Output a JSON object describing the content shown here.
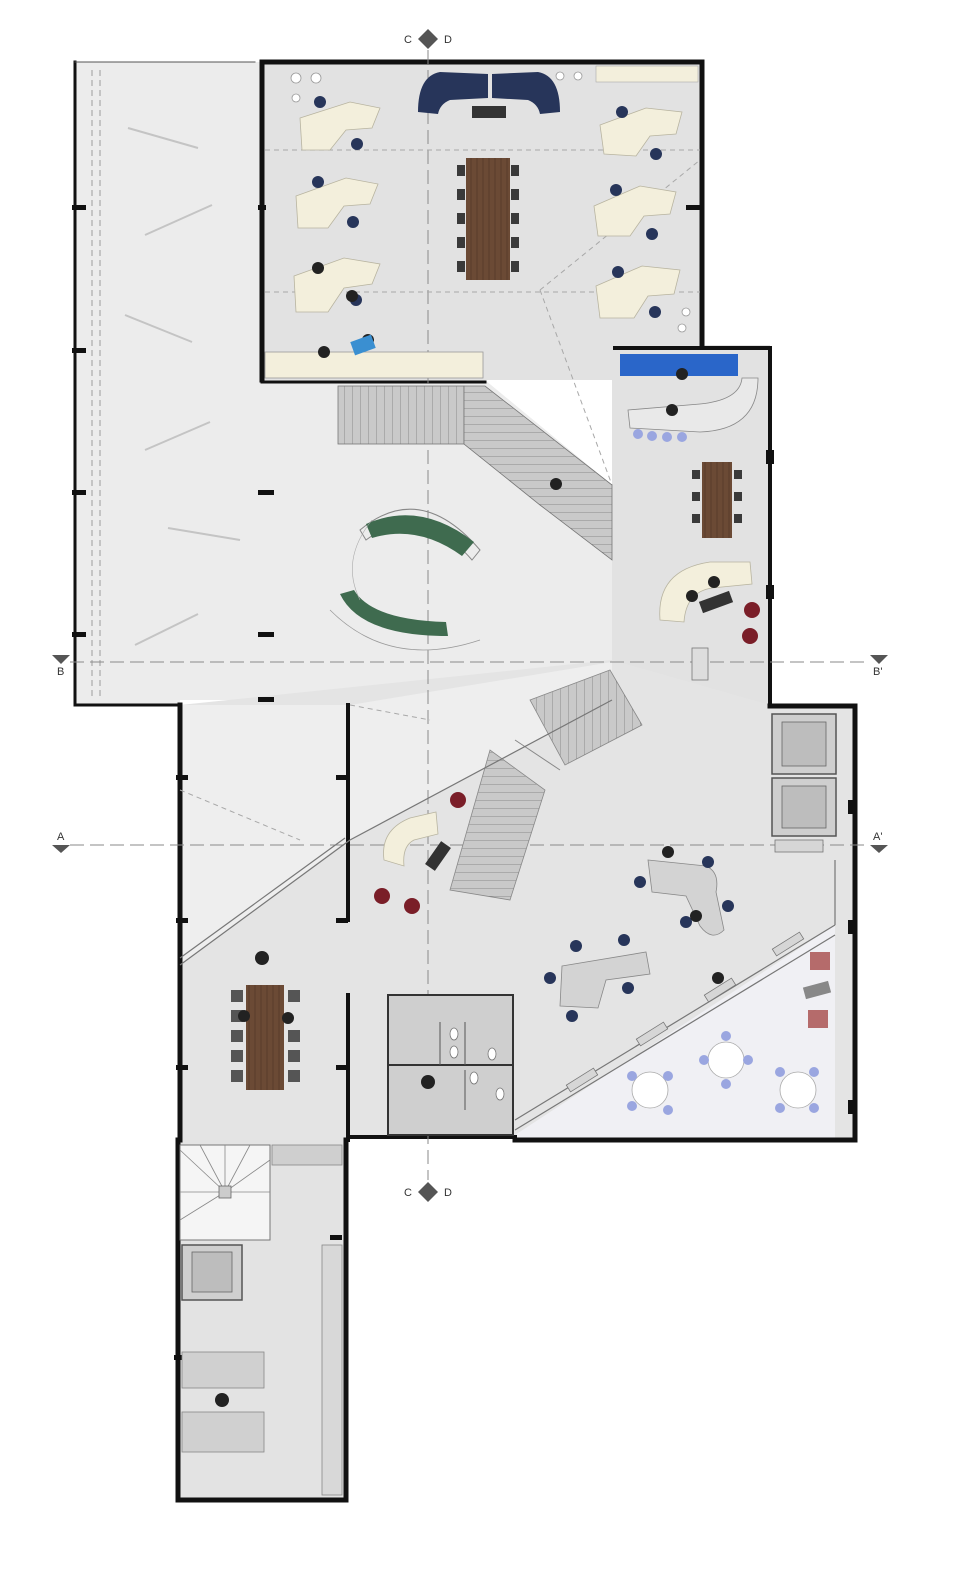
{
  "section_markers": {
    "top": {
      "left": "C",
      "right": "D"
    },
    "bottom": {
      "left": "C",
      "right": "D"
    },
    "b_left": "B",
    "b_right": "B'",
    "a_left": "A",
    "a_right": "A'"
  },
  "colors": {
    "floor": "#e9e9e9",
    "outside": "#ffffff",
    "wall": "#111111",
    "wood": "#6b4a35",
    "desk": "#f3efdc",
    "chair_navy": "#27355a",
    "bench_green": "#3f6b4f",
    "kitchen_blue": "#2a66c9",
    "ottoman_red": "#7a1e28",
    "chair_lavender": "#9aa6e0",
    "metal_table": "#d3d3d3",
    "stair": "#bdbdbd"
  },
  "icons": [
    "person-icon",
    "chair-icon",
    "toilet-icon",
    "sink-icon",
    "elevator-icon",
    "stair-icon",
    "section-marker-icon"
  ]
}
